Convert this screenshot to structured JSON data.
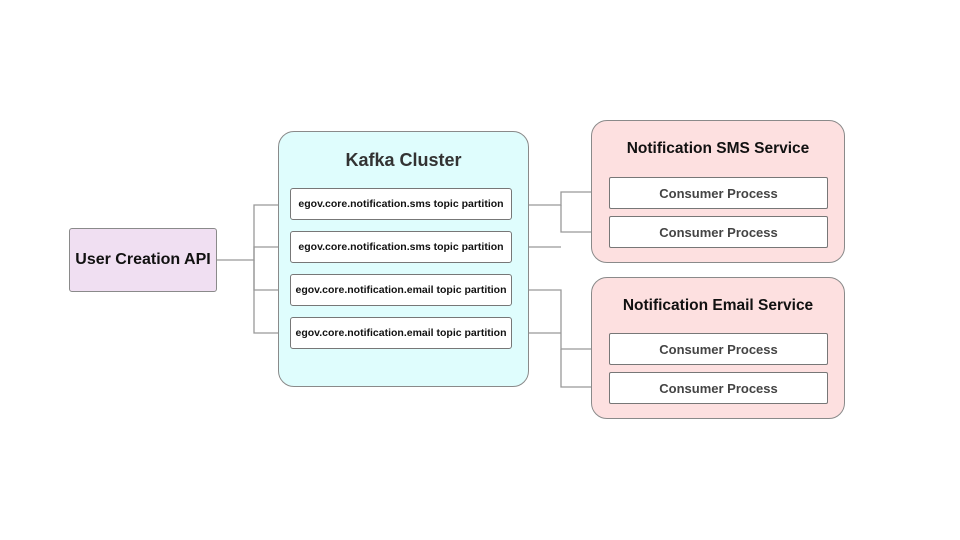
{
  "api": {
    "label": "User Creation API"
  },
  "cluster": {
    "title": "Kafka Cluster",
    "partitions": [
      "egov.core.notification.sms topic partition",
      "egov.core.notification.sms topic partition",
      "egov.core.notification.email topic partition",
      "egov.core.notification.email topic partition"
    ]
  },
  "sms_service": {
    "title": "Notification SMS Service",
    "consumers": [
      "Consumer Process",
      "Consumer Process"
    ]
  },
  "email_service": {
    "title": "Notification Email Service",
    "consumers": [
      "Consumer Process",
      "Consumer Process"
    ]
  },
  "colors": {
    "api_fill": "#f0dff2",
    "cluster_fill": "#dffdfd",
    "service_fill": "#fde0e0",
    "connector": "#999999"
  }
}
